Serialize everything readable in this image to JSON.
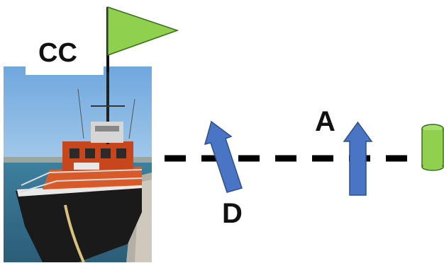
{
  "labels": {
    "committee_boat": "CC",
    "boat_a": "A",
    "boat_d": "D"
  },
  "colors": {
    "flag": "#8fd14f",
    "arrow": "#4a74c4",
    "mark_buoy": "#8fd14f",
    "start_line": "#000000",
    "sky": "#7fb2e0",
    "hull": "#1a1a1a",
    "cabin": "#c8461c"
  },
  "icons": {
    "flag": "triangle-flag-icon",
    "buoy": "cylinder-buoy-icon",
    "arrow_a": "up-arrow-icon",
    "arrow_d": "tilted-arrow-icon"
  }
}
